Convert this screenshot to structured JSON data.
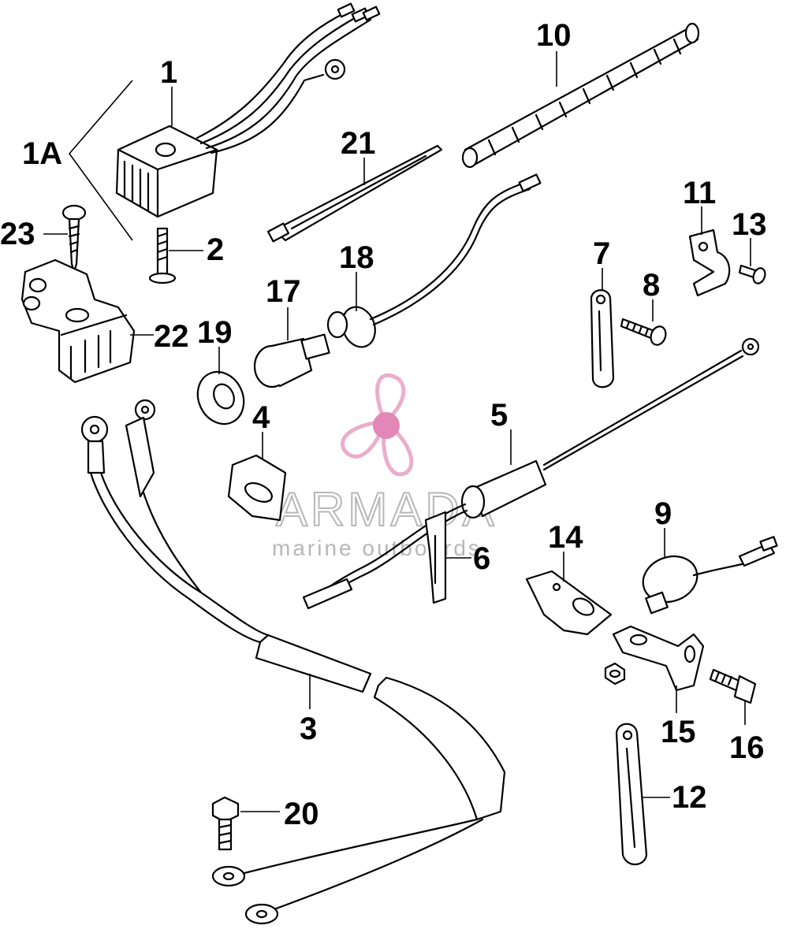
{
  "diagram": {
    "part_labels": {
      "p1": "1",
      "p1a": "1A",
      "p2": "2",
      "p3": "3",
      "p4": "4",
      "p5": "5",
      "p6": "6",
      "p7": "7",
      "p8": "8",
      "p9": "9",
      "p10": "10",
      "p11": "11",
      "p12": "12",
      "p13": "13",
      "p14": "14",
      "p15": "15",
      "p16": "16",
      "p17": "17",
      "p18": "18",
      "p19": "19",
      "p20": "20",
      "p21": "21",
      "p22": "22",
      "p23": "23"
    }
  },
  "watermark": {
    "brand": "ARMADA",
    "tagline": "marine outboards",
    "logo_color": "#e8a6c8",
    "logo_center_color": "#e07bb0"
  }
}
